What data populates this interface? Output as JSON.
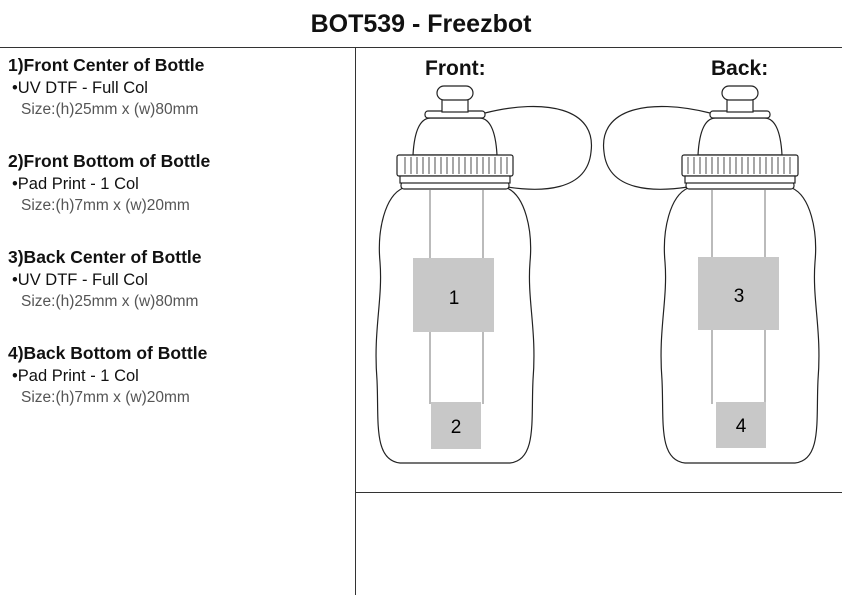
{
  "title": "BOT539 - Freezbot",
  "items": [
    {
      "title": "1)Front Center of Bottle",
      "method": "•UV DTF - Full Col",
      "size": "Size:(h)25mm x (w)80mm"
    },
    {
      "title": "2)Front Bottom of Bottle",
      "method": "•Pad Print - 1 Col",
      "size": "Size:(h)7mm x (w)20mm"
    },
    {
      "title": "3)Back Center of Bottle",
      "method": "•UV DTF - Full Col",
      "size": "Size:(h)25mm x (w)80mm"
    },
    {
      "title": "4)Back Bottom of Bottle",
      "method": "•Pad Print - 1 Col",
      "size": "Size:(h)7mm x (w)20mm"
    }
  ],
  "views": {
    "front": "Front:",
    "back": "Back:"
  },
  "areas": [
    "1",
    "2",
    "3",
    "4"
  ],
  "colors": {
    "area": "#c8c8c8",
    "line": "#222"
  }
}
